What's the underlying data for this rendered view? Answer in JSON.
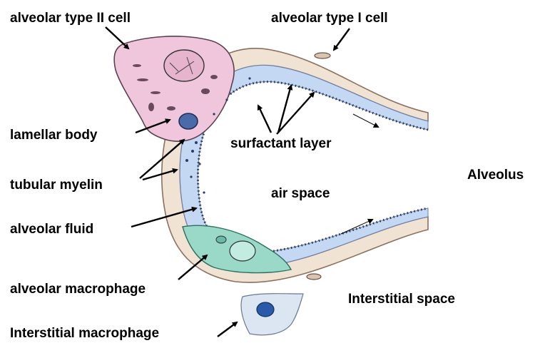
{
  "labels": {
    "type2": "alveolar type II cell",
    "type1": "alveolar type I cell",
    "lamellar": "lamellar body",
    "surfactant": "surfactant layer",
    "tubular": "tubular myelin",
    "fluid": "alveolar fluid",
    "airspace": "air space",
    "alveolus": "Alveolus",
    "macrophage": "alveolar macrophage",
    "interstitial_space": "Interstitial space",
    "interstitial_macrophage": "Interstitial macrophage"
  },
  "colors": {
    "type2_cell": "#f0c6dc",
    "fluid": "#c4d8f4",
    "wall": "#f1e3d3",
    "macrophage": "#9ad8c8",
    "interstitial_cell": "#dce6f2",
    "nucleus_dark": "#2a5aa8"
  }
}
